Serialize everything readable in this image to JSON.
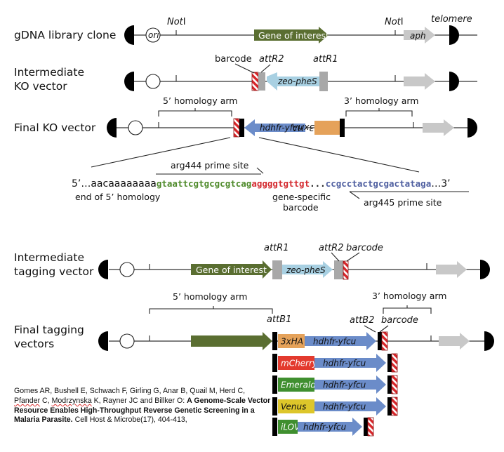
{
  "colors": {
    "gene_of_interest": "#5a6e31",
    "zeo_pheS": "#a8d0e2",
    "hdhfr_yfcu": "#6b8cc9",
    "tag_3xHA": "#e5a25a",
    "mCherry": "#e33a2e",
    "Emerald": "#3f8f2f",
    "Venus": "#ddc62a",
    "iLOV": "#3f8f2f",
    "aph": "#c8c8c8",
    "att_site": "#a8a8a8",
    "barcode_red": "#d7262a",
    "seq_prime444": "#4e8a2a",
    "seq_barcode": "#d42a2f",
    "seq_prime445": "#4f5fa0"
  },
  "rows": {
    "gdna": {
      "label": "gDNA library clone",
      "ori": "ori",
      "noti_left": "Not",
      "noti_left_suffix": "I",
      "noti_right": "Not",
      "noti_right_suffix": "I",
      "telomere": "telomere",
      "gene": "Gene of interest",
      "aph": "aph"
    },
    "intermediate_ko": {
      "label_line1": "Intermediate",
      "label_line2": "KO vector",
      "barcode": "barcode",
      "attR2": "attR2",
      "attR1": "attR1",
      "cassette": "zeo-pheS"
    },
    "final_ko": {
      "label": "Final KO vector",
      "arm5": "5’ homology arm",
      "arm3": "3’ homology arm",
      "cassette": "hdhfr-yfcu",
      "tag": "3xHA"
    },
    "intermediate_tag": {
      "label_line1": "Intermediate",
      "label_line2": "tagging vector",
      "gene": "Gene of interest",
      "attR1": "attR1",
      "attR2": "attR2",
      "barcode": "barcode",
      "cassette": "zeo-pheS"
    },
    "final_tag": {
      "label_line1": "Final tagging",
      "label_line2": "vectors",
      "arm5": "5’ homology arm",
      "arm3": "3’ homology arm",
      "attB1": "attB1",
      "attB2": "attB2",
      "barcode": "barcode",
      "cassette": "hdhfr-yfcu",
      "tags": [
        "3xHA",
        "mCherry",
        "Emerald",
        "Venus",
        "iLOV"
      ]
    }
  },
  "sequence": {
    "prefix": "5’…aacaaaaaaaa",
    "prime444": "gtaattcgtgcgcgtcag",
    "barcode": "aggggtgttgt",
    "dots": "...",
    "prime445": "ccgcctactgcgactataga",
    "suffix": "…3’",
    "label_prime444": "arg444 prime site",
    "label_end5": "end of 5’ homology",
    "label_barcode_line1": "gene-specific",
    "label_barcode_line2": "barcode",
    "label_prime445": "arg445 prime site"
  },
  "citation": {
    "authors_a": "Gomes AR, Bushell E, Schwach F, Girling G, Anar B, Quail M, Herd C,",
    "author_pfander": "Pfander",
    "authors_b": " C, ",
    "author_modrzynska": "Modrzynska",
    "authors_c": " K, Rayner JC and Billker O: ",
    "title": "A Genome-Scale Vector Resource Enables High-Throughput Reverse Genetic Screening in a Malaria Parasite.",
    "journal": " Cell Host & Microbe(17), 404-413,"
  }
}
